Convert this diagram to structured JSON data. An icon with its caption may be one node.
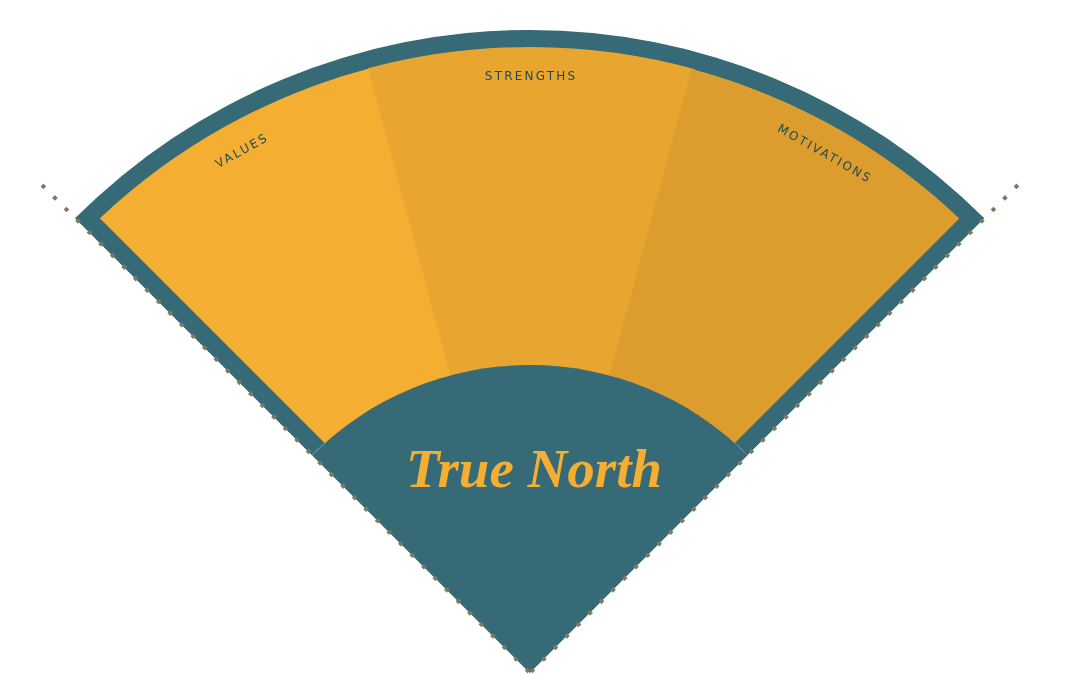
{
  "diagram": {
    "nodes": [
      {
        "text": [
          "VALUES"
        ]
      },
      {
        "text": [
          "STRENGTHS"
        ]
      },
      {
        "text": [
          "MOTIVATIONS"
        ]
      },
      {
        "text": [
          "True North"
        ]
      }
    ]
  }
}
